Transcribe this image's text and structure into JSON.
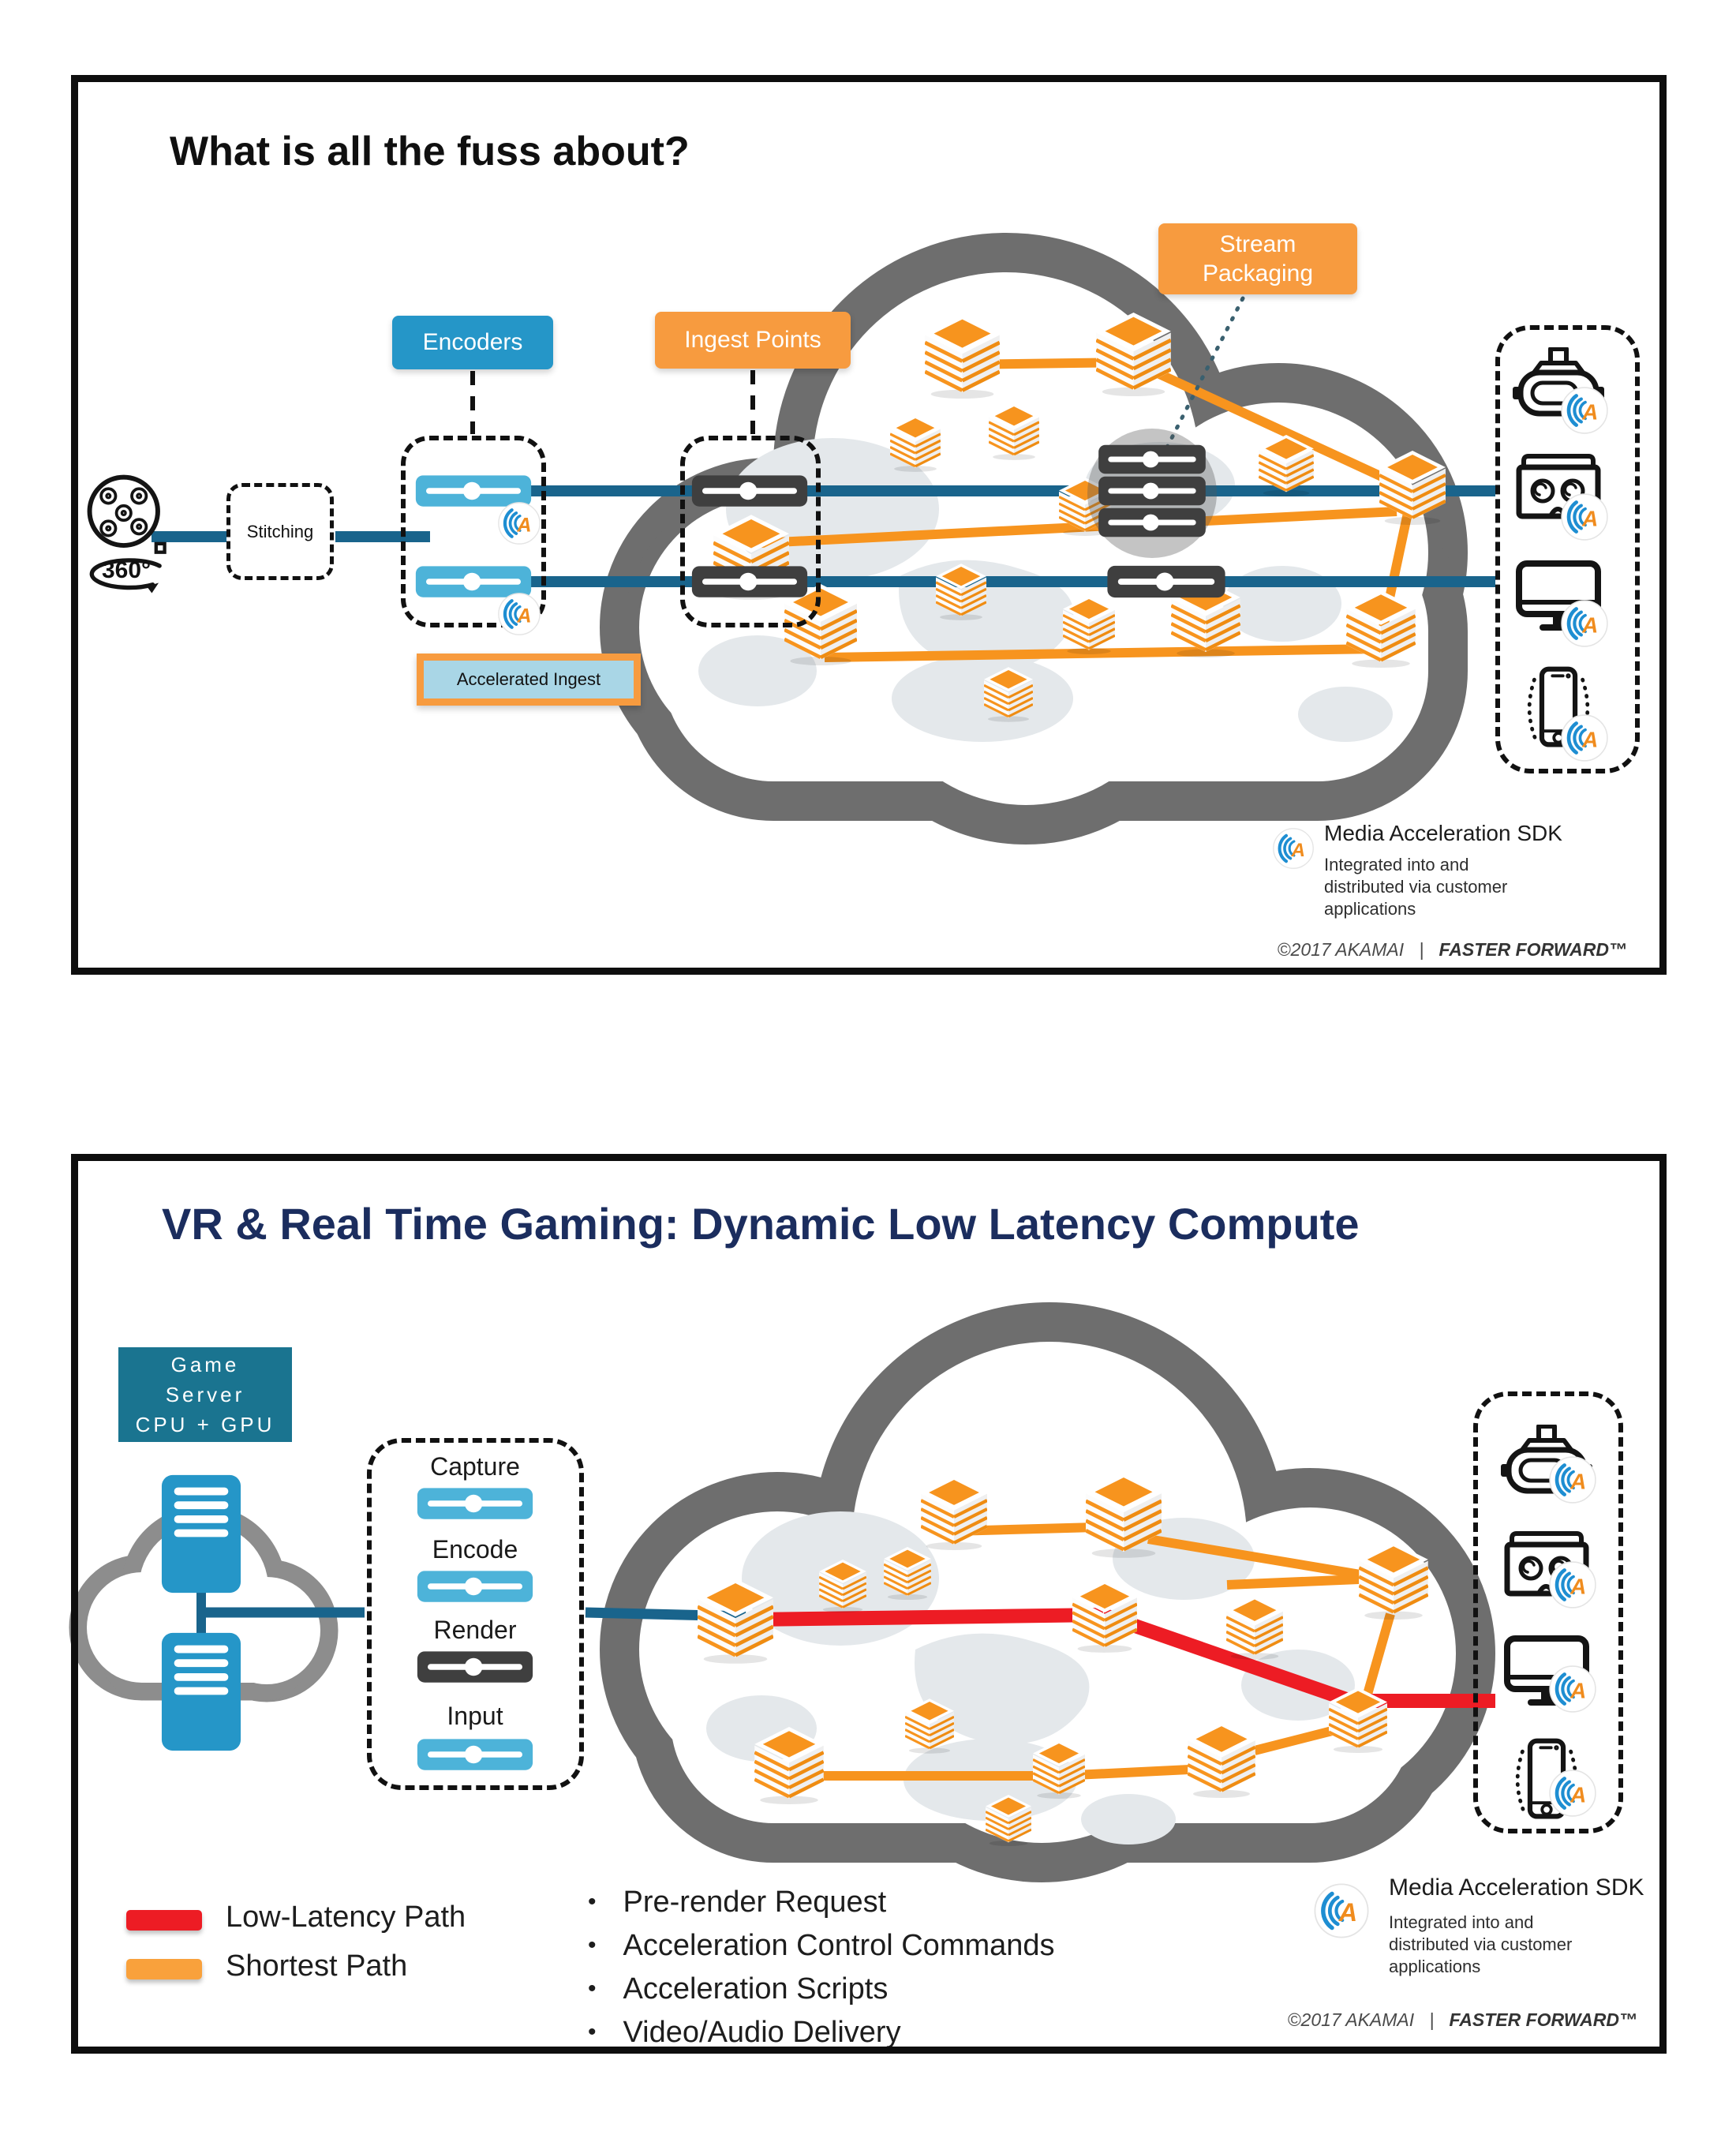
{
  "colors": {
    "accent_blue": "#2596c8",
    "accent_orange": "#f79b3f",
    "server_orange": "#f7941e",
    "line_blue": "#19648c",
    "line_red": "#ed1c24",
    "line_orange": "#f7941e",
    "cloud_gray": "#6e6e6e",
    "slider_dark": "#3f3f3f",
    "slider_blue": "#4db3d9",
    "title_navy": "#1b2d5e",
    "game_server_bg": "#1a7490",
    "accelerated_ingest_inner": "#a9d6e6"
  },
  "slide1": {
    "title": "What is all the fuss about?",
    "camera_label": "360°",
    "stitching_label": "Stitching",
    "encoders_label": "Encoders",
    "ingest_points_label": "Ingest Points",
    "stream_packaging_label": "Stream Packaging",
    "accelerated_ingest_label": "Accelerated Ingest",
    "sdk": {
      "title": "Media Acceleration SDK",
      "desc_line1": "Integrated into and",
      "desc_line2": "distributed via customer",
      "desc_line3": "applications"
    },
    "footer": {
      "copyright": "©2017 AKAMAI",
      "divider": "|",
      "tagline": "FASTER FORWARD™"
    }
  },
  "slide2": {
    "title": "VR & Real Time Gaming: Dynamic Low Latency Compute",
    "game_server": {
      "line1": "Game",
      "line2": "Server",
      "line3": "CPU + GPU"
    },
    "pipeline": [
      {
        "label": "Capture"
      },
      {
        "label": "Encode"
      },
      {
        "label": "Render"
      },
      {
        "label": "Input"
      }
    ],
    "legend": [
      {
        "label": "Low-Latency Path",
        "color": "#ed1c24"
      },
      {
        "label": "Shortest Path",
        "color": "#f9a13c"
      }
    ],
    "bullets": [
      "Pre-render Request",
      "Acceleration Control Commands",
      "Acceleration Scripts",
      "Video/Audio Delivery"
    ],
    "sdk": {
      "title": "Media Acceleration SDK",
      "desc_line1": "Integrated into and",
      "desc_line2": "distributed via customer",
      "desc_line3": "applications"
    },
    "footer": {
      "copyright": "©2017 AKAMAI",
      "divider": "|",
      "tagline": "FASTER FORWARD™"
    }
  }
}
